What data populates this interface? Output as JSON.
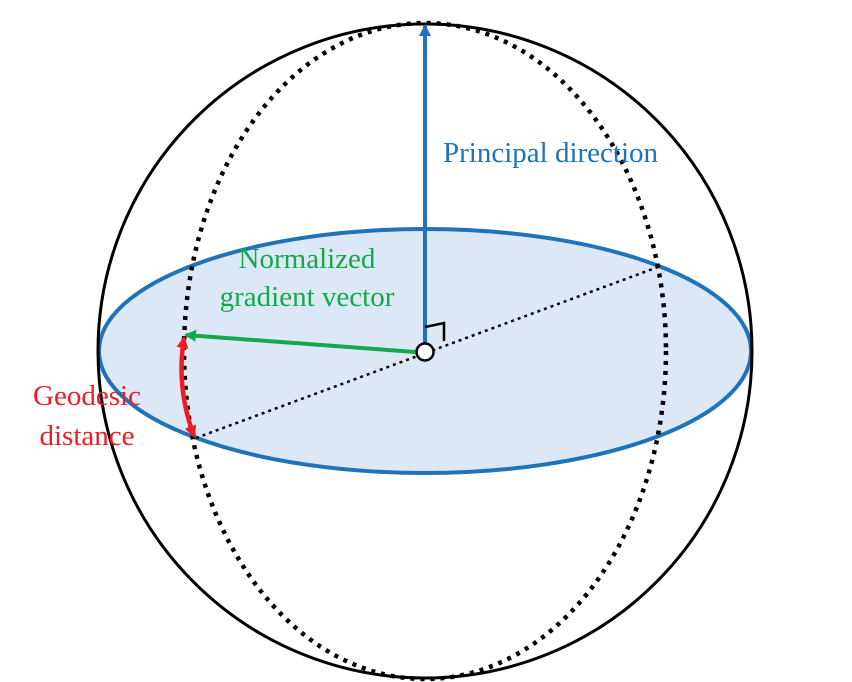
{
  "labels": {
    "principal_direction": "Principal direction",
    "gradient_line1": "Normalized",
    "gradient_line2": "gradient vector",
    "geodesic_line1": "Geodesic",
    "geodesic_line2": "distance"
  },
  "colors": {
    "principal": "#1f73ba",
    "gradient": "#14a84b",
    "geodesic": "#ee1c24",
    "plane_fill": "#dce8f5",
    "plane_stroke": "#1f73ba",
    "outline": "#000000"
  }
}
